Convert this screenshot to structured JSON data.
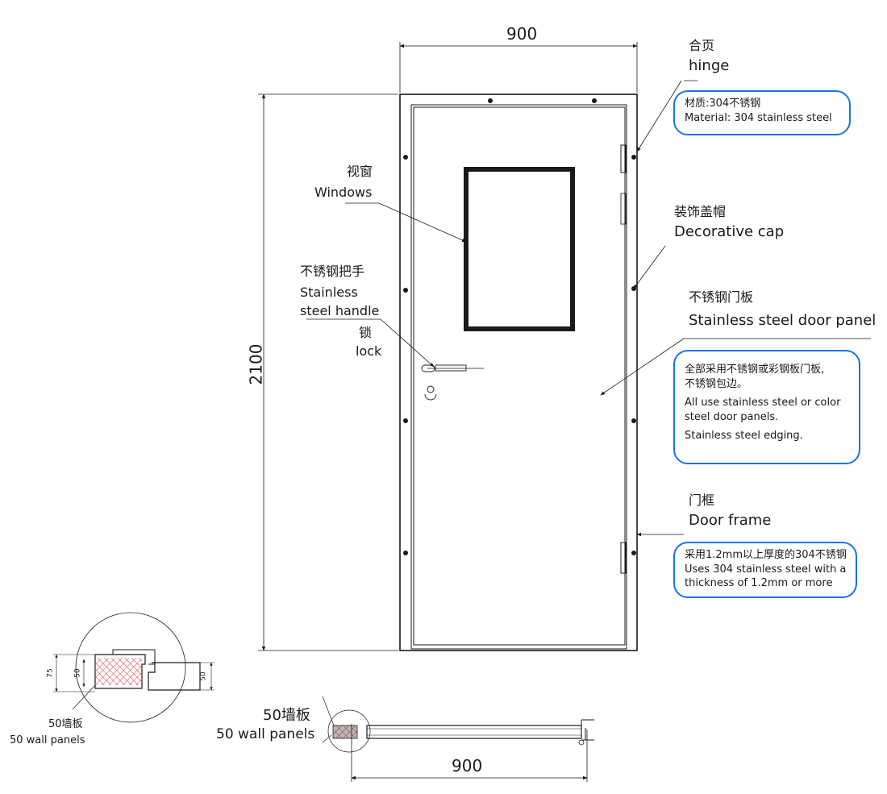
{
  "dimensions": {
    "top_width": "900",
    "height": "2100",
    "bottom_width": "900"
  },
  "labels": {
    "hinge": {
      "cn": "合页",
      "en": "hinge"
    },
    "window": {
      "cn": "视窗",
      "en": "Windows"
    },
    "decorative_cap": {
      "cn": "装饰盖帽",
      "en": "Decorative cap"
    },
    "handle": {
      "cn": "不锈钢把手",
      "en_line1": "Stainless",
      "en_line2": "steel handle"
    },
    "lock": {
      "cn": "锁",
      "en": "lock"
    },
    "door_panel": {
      "cn": "不锈钢门板",
      "en": "Stainless steel door panel"
    },
    "door_frame": {
      "cn": "门框",
      "en": "Door frame"
    },
    "wall_panel_bottom": {
      "cn": "50墙板",
      "en": "50 wall panels"
    },
    "wall_panel_left": {
      "cn": "50墙板",
      "en": "50 wall panels"
    }
  },
  "callouts": {
    "hinge_material": {
      "cn": "材质:304不锈钢",
      "en": "Material: 304 stainless steel"
    },
    "panel_material": {
      "cn_line1": "全部采用不锈钢或彩钢板门板,",
      "cn_line2": "不锈钢包边。",
      "en_line1": "All use stainless steel or color",
      "en_line2": "steel door panels.",
      "en_line3": "Stainless steel edging."
    },
    "frame_material": {
      "cn": "采用1.2mm以上厚度的304不锈钢",
      "en_line1": "Uses 304 stainless steel with a",
      "en_line2": "thickness of 1.2mm or more"
    }
  },
  "detail_dims": {
    "d75": "75",
    "d50a": "50",
    "d50b": "50"
  },
  "colors": {
    "callout_border": "#1a73e8",
    "line": "#1a1a1a",
    "hatch": "#e05555"
  }
}
